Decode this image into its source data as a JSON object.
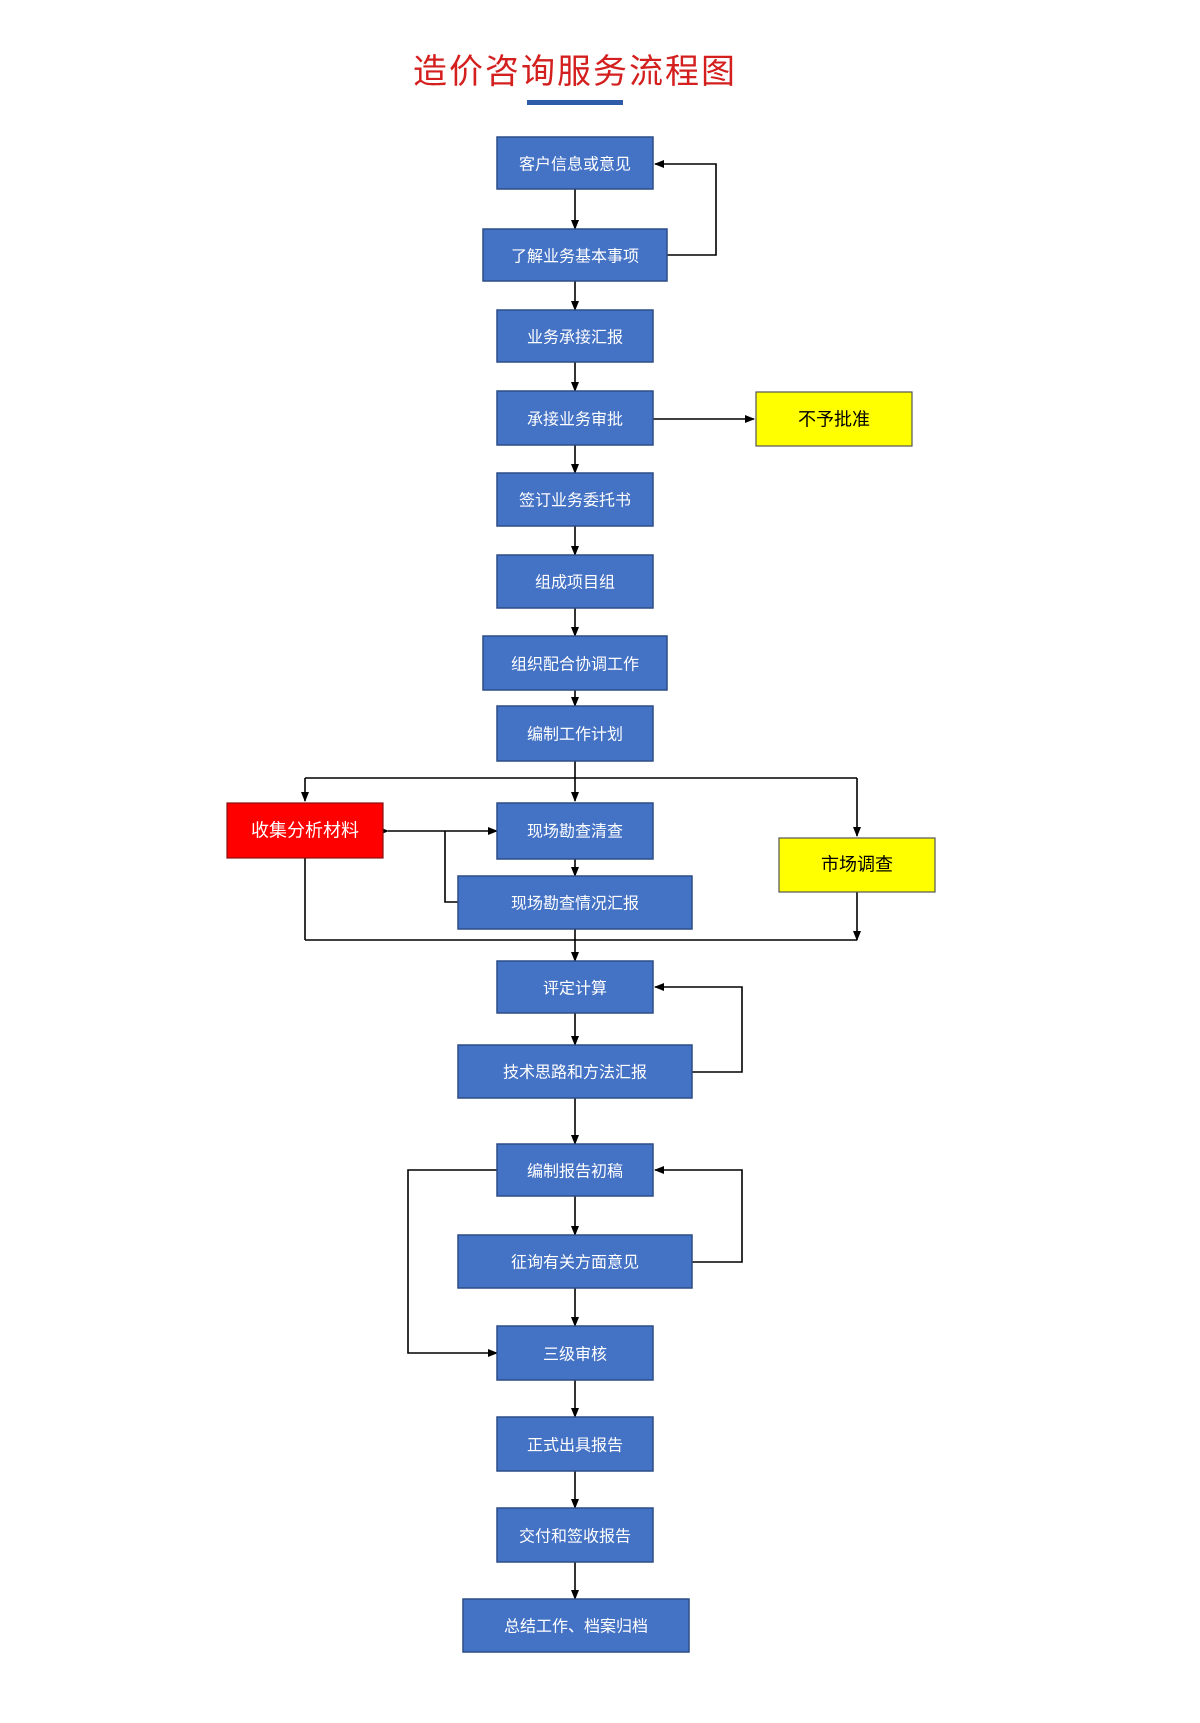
{
  "title": "造价咨询服务流程图",
  "colors": {
    "title": "#d41f1f",
    "underline": "#2e5aa8",
    "node_blue": "#4472c4",
    "node_blue_border": "#2c4c86",
    "node_yellow": "#ffff00",
    "node_red": "#ff0000",
    "edge": "#000000"
  },
  "nodes": {
    "n1": "客户信息或意见",
    "n2": "了解业务基本事项",
    "n3": "业务承接汇报",
    "n4": "承接业务审批",
    "n4b": "不予批准",
    "n5": "签订业务委托书",
    "n6": "组成项目组",
    "n7": "组织配合协调工作",
    "n8": "编制工作计划",
    "n9": "收集分析材料",
    "n10": "现场勘查清查",
    "n11": "现场勘查情况汇报",
    "n12": "市场调查",
    "n13": "评定计算",
    "n14": "技术思路和方法汇报",
    "n15": "编制报告初稿",
    "n16": "征询有关方面意见",
    "n17": "三级审核",
    "n18": "正式出具报告",
    "n19": "交付和签收报告",
    "n20": "总结工作、档案归档"
  }
}
